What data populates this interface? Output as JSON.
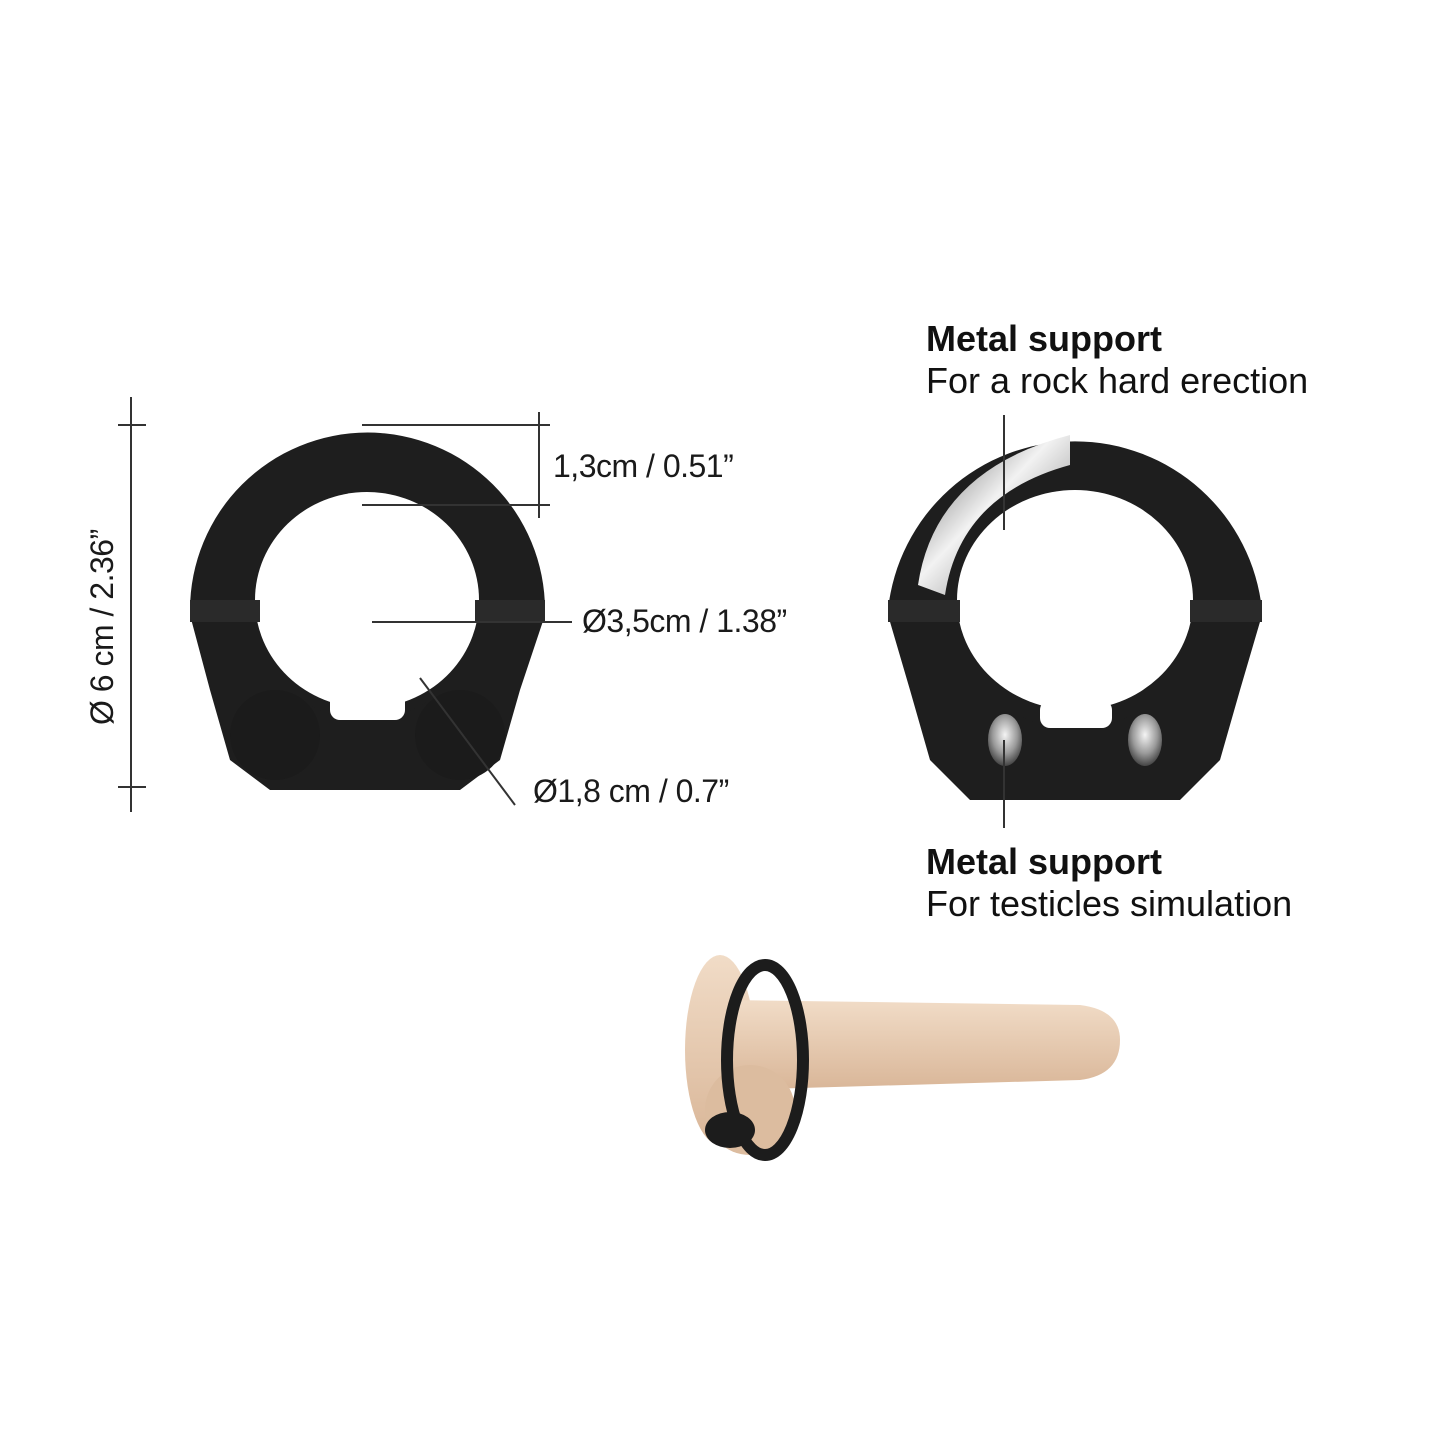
{
  "dimensions": {
    "outer_diameter": "Ø 6 cm / 2.36”",
    "thickness": "1,3cm / 0.51”",
    "inner_diameter": "Ø3,5cm / 1.38”",
    "ball_diameter": "Ø1,8 cm / 0.7”"
  },
  "callouts": [
    {
      "title": "Metal support",
      "subtitle": "For a rock hard erection"
    },
    {
      "title": "Metal support",
      "subtitle": "For testicles simulation"
    }
  ],
  "colors": {
    "product_black": "#1e1e1e",
    "metal": "#c8c8c8",
    "line": "#333333",
    "skin": "#e8cdb4"
  }
}
